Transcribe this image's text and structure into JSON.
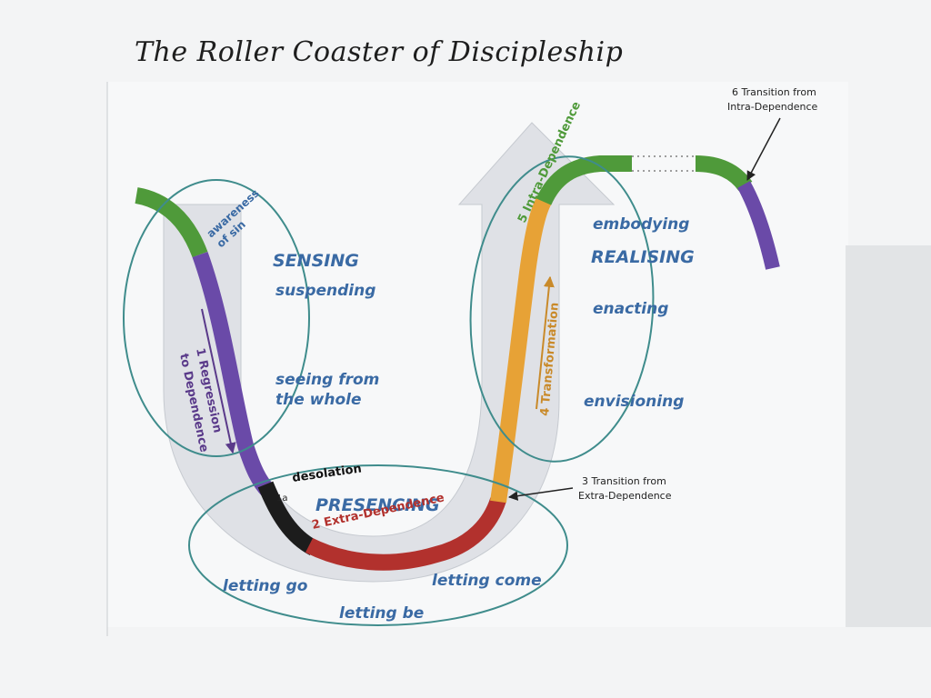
{
  "title": "The Roller Coaster of Discipleship",
  "sections": {
    "sensing": {
      "heading": "SENSING",
      "items": [
        "suspending",
        "seeing from",
        "the whole"
      ]
    },
    "realising": {
      "heading": "REALISING",
      "items": [
        "embodying",
        "enacting",
        "envisioning"
      ]
    },
    "presencing": {
      "heading": "PRESENCING",
      "items": [
        "letting go",
        "letting be",
        "letting come"
      ]
    }
  },
  "stages": {
    "awareness_line1": "awareness",
    "awareness_line2": "of sin",
    "regression_line1": "1 Regression",
    "regression_line2": "to Dependence",
    "desolation_num": "1a",
    "desolation": "desolation",
    "extra_dependence": "2 Extra-Dependence",
    "transition3_line1": "3 Transition from",
    "transition3_line2": "Extra-Dependence",
    "transformation": "4 Transformation",
    "intra_dependence": "5 Intra-Dependence",
    "transition6_line1": "6 Transition from",
    "transition6_line2": "Intra-Dependence"
  },
  "colors": {
    "green": "#4f9a3a",
    "purple": "#6a4aa8",
    "black": "#1c1c1c",
    "red": "#b2312d",
    "orange": "#e7a236",
    "blue_text": "#3a6aa4",
    "ellipse": "#3f8c8c"
  }
}
